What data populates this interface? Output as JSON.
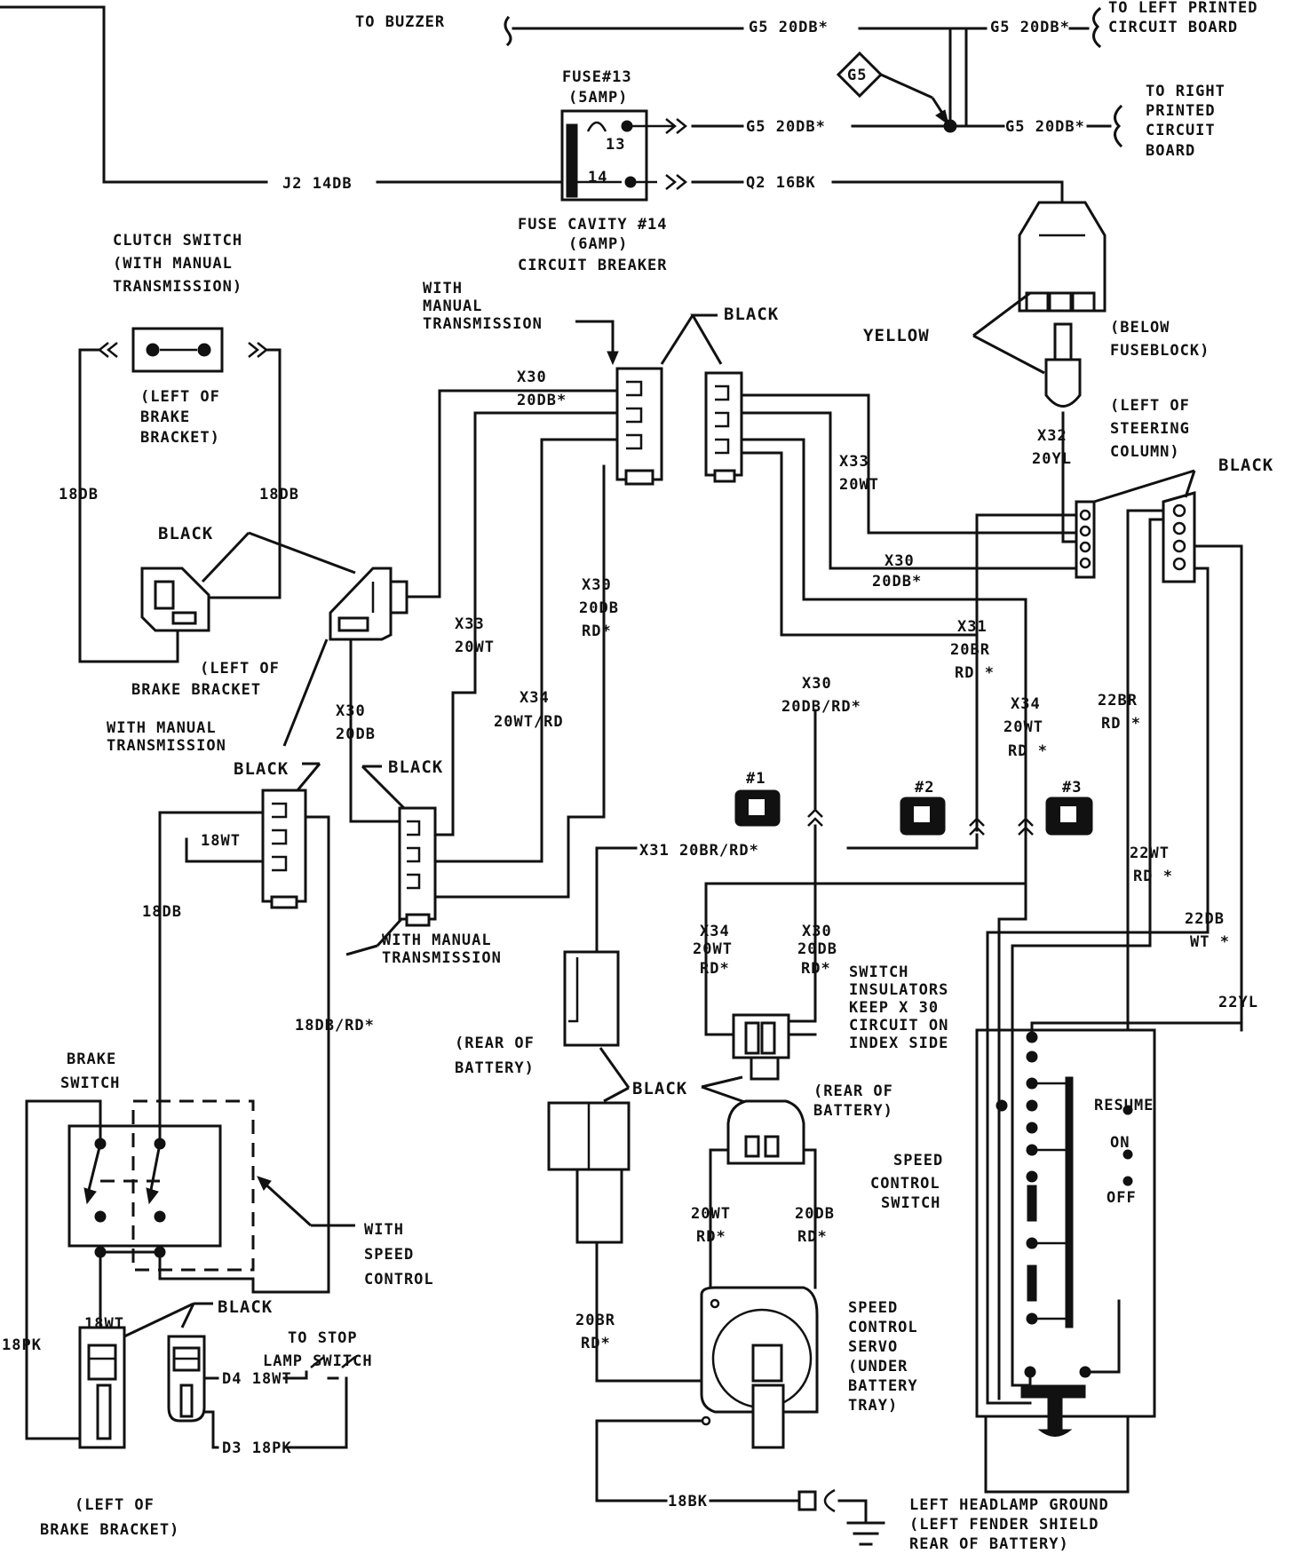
{
  "labels": {
    "to_buzzer": "TO BUZZER",
    "g5_buzzer": "G5 20DB*",
    "g5_left": "G5 20DB*",
    "to_left_pcb_1": "TO LEFT PRINTED",
    "to_left_pcb_2": "CIRCUIT BOARD",
    "g5_diamond": "G5",
    "fuse13_1": "FUSE#13",
    "fuse13_2": "(5AMP)",
    "fuse_13": "13",
    "fuse_14": "14",
    "g5_fuse": "G5 20DB*",
    "g5_right": "G5 20DB*",
    "to_right_pcb_1": "TO RIGHT",
    "to_right_pcb_2": "PRINTED",
    "to_right_pcb_3": "CIRCUIT",
    "to_right_pcb_4": "BOARD",
    "j2": "J2 14DB",
    "q2": "Q2 16BK",
    "fuse_cavity_1": "FUSE CAVITY #14",
    "fuse_cavity_2": "(6AMP)",
    "fuse_cavity_3": "CIRCUIT BREAKER",
    "clutch_1": "CLUTCH SWITCH",
    "clutch_2": "(WITH MANUAL",
    "clutch_3": "TRANSMISSION)",
    "with_manual_top_1": "WITH",
    "with_manual_top_2": "MANUAL",
    "with_manual_top_3": "TRANSMISSION",
    "black_top": "BLACK",
    "yellow": "YELLOW",
    "below_fuseblock_1": "(BELOW",
    "below_fuseblock_2": "FUSEBLOCK)",
    "left_brake_1": "(LEFT OF",
    "left_brake_2": "BRAKE",
    "left_brake_3": "BRACKET)",
    "x30_a_1": "X30",
    "x30_a_2": "20DB*",
    "left_steering_1": "(LEFT OF",
    "left_steering_2": "STEERING",
    "left_steering_3": "COLUMN)",
    "x32_1": "X32",
    "x32_2": "20YL",
    "black_right": "BLACK",
    "x33_r_1": "X33",
    "x33_r_2": "20WT",
    "l18db": "18DB",
    "r18db": "18DB",
    "black_clutch": "BLACK",
    "x30_b": "X30",
    "x30_b_2": "20DB*",
    "x30_c_1": "X30",
    "x30_c_2": "20DB",
    "x30_c_3": "RD*",
    "x33_m_1": "X33",
    "x33_m_2": "20WT",
    "x31_r_1": "X31",
    "x31_r_2": "20BR",
    "x31_r_3": "RD *",
    "left_brake_b_1": "(LEFT OF",
    "left_brake_b_2": "BRAKE BRACKET",
    "x34_m_1": "X34",
    "x34_m_2": "20WT/RD",
    "x30_d_1": "X30",
    "x30_d_2": "20DB/RD*",
    "x34_r_1": "X34",
    "x34_r_2": "20WT",
    "x34_r_3": "RD *",
    "br22_1": "22BR",
    "br22_2": "RD *",
    "with_manual_mid_1": "WITH MANUAL",
    "with_manual_mid_2": "TRANSMISSION",
    "x30_e_1": "X30",
    "x30_e_2": "20DB",
    "black_left": "BLACK",
    "black_mid": "BLACK",
    "conn_1": "#1",
    "conn_2": "#2",
    "conn_3": "#3",
    "wt18": "18WT",
    "x31_bottom": "X31 20BR/RD*",
    "wt22_1": "22WT",
    "wt22_2": "RD *",
    "db18_left": "18DB",
    "with_manual_low_1": "WITH MANUAL",
    "with_manual_low_2": "TRANSMISSION",
    "x34_b_1": "X34",
    "x34_b_2": "20WT",
    "x34_b_3": "RD*",
    "x30_f_1": "X30",
    "x30_f_2": "20DB",
    "x30_f_3": "RD*",
    "db22_1": "22DB",
    "db22_2": "WT *",
    "switch_ins_1": "SWITCH",
    "switch_ins_2": "INSULATORS",
    "switch_ins_3": "KEEP X 30",
    "switch_ins_4": "CIRCUIT ON",
    "switch_ins_5": "INDEX SIDE",
    "yl22": "22YL",
    "db18rd": "18DB/RD*",
    "rear_batt_1": "(REAR OF",
    "rear_batt_2": "BATTERY)",
    "brake_sw_1": "BRAKE",
    "brake_sw_2": "SWITCH",
    "black_batt": "BLACK",
    "rear_batt_b_1": "(REAR OF",
    "rear_batt_b_2": "BATTERY)",
    "resume": "RESUME",
    "on": "ON",
    "off": "OFF",
    "speed_sw_1": "SPEED",
    "speed_sw_2": "CONTROL",
    "speed_sw_3": "SWITCH",
    "with_speed_1": "WITH",
    "with_speed_2": "SPEED",
    "with_speed_3": "CONTROL",
    "wt20rd_1": "20WT",
    "wt20rd_2": "RD*",
    "db20rd_1": "20DB",
    "db20rd_2": "RD*",
    "wt18_b": "18WT",
    "black_bottom": "BLACK",
    "pk18": "18PK",
    "to_stop_1": "TO STOP",
    "to_stop_2": "LAMP SWITCH",
    "br20_1": "20BR",
    "br20_2": "RD*",
    "servo_1": "SPEED",
    "servo_2": "CONTROL",
    "servo_3": "SERVO",
    "servo_4": "(UNDER",
    "servo_5": "BATTERY",
    "servo_6": "TRAY)",
    "d4": "D4 18WT",
    "d3": "D3 18PK",
    "bk18": "18BK",
    "left_brake_c_1": "(LEFT OF",
    "left_brake_c_2": "BRAKE BRACKET)",
    "ground_1": "LEFT HEADLAMP GROUND",
    "ground_2": "(LEFT FENDER SHIELD",
    "ground_3": "REAR OF BATTERY)"
  }
}
